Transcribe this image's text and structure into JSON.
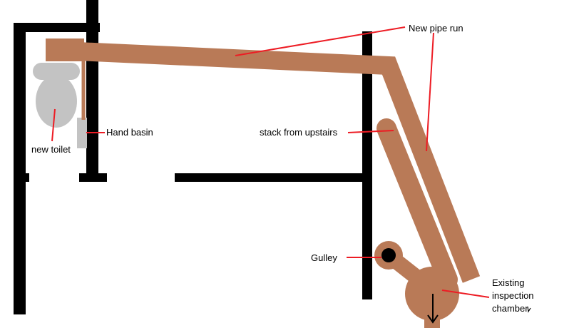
{
  "labels": {
    "new_pipe_run": "New pipe run",
    "hand_basin": "Hand basin",
    "stack_from_upstairs": "stack from upstairs",
    "new_toilet": "new toilet",
    "gulley": "Gulley",
    "existing_inspection_chamber_line1": "Existing",
    "existing_inspection_chamber_line2": "inspection",
    "existing_inspection_chamber_line3": "chamber"
  },
  "colors": {
    "wall": "#000000",
    "pipe": "#b97a57",
    "leader": "#ed1c24",
    "toilet": "#c3c3c3",
    "basin": "#c3c3c3",
    "background": "#ffffff"
  },
  "icons": {
    "flow_direction": "arrow-down-icon"
  }
}
